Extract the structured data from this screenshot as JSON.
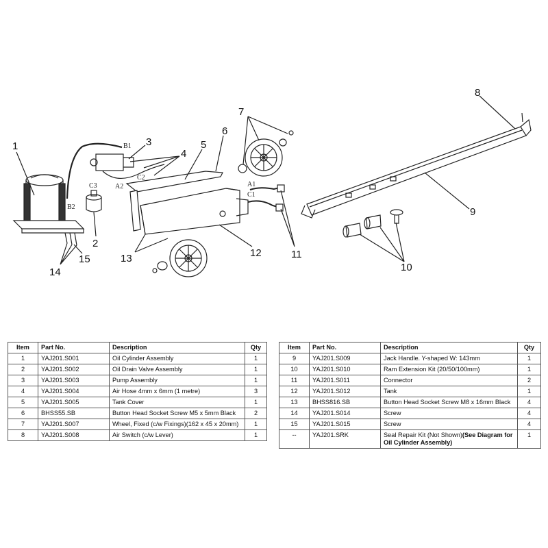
{
  "diagram": {
    "callouts": [
      "1",
      "2",
      "3",
      "4",
      "5",
      "6",
      "7",
      "8",
      "9",
      "10",
      "11",
      "12",
      "13",
      "14",
      "15"
    ],
    "connector_labels": [
      "B1",
      "B2",
      "A2",
      "C2",
      "C3",
      "A1",
      "C1"
    ]
  },
  "table_headers": {
    "item": "Item",
    "part_no": "Part No.",
    "description": "Description",
    "qty": "Qty"
  },
  "parts_left": [
    {
      "item": "1",
      "part_no": "YAJ201.S001",
      "description": "Oil Cylinder Assembly",
      "qty": "1"
    },
    {
      "item": "2",
      "part_no": "YAJ201.S002",
      "description": "Oil Drain Valve Assembly",
      "qty": "1"
    },
    {
      "item": "3",
      "part_no": "YAJ201.S003",
      "description": "Pump Assembly",
      "qty": "1"
    },
    {
      "item": "4",
      "part_no": "YAJ201.S004",
      "description": "Air Hose 4mm x 6mm (1 metre)",
      "qty": "3"
    },
    {
      "item": "5",
      "part_no": "YAJ201.S005",
      "description": "Tank Cover",
      "qty": "1"
    },
    {
      "item": "6",
      "part_no": "BHSS55.SB",
      "description": "Button Head Socket Screw M5 x 5mm Black",
      "qty": "2"
    },
    {
      "item": "7",
      "part_no": "YAJ201.S007",
      "description": "Wheel, Fixed (c/w Fixings)(162 x 45 x 20mm)",
      "qty": "1"
    },
    {
      "item": "8",
      "part_no": "YAJ201.S008",
      "description": "Air Switch (c/w Lever)",
      "qty": "1"
    }
  ],
  "parts_right": [
    {
      "item": "9",
      "part_no": "YAJ201.S009",
      "description": "Jack Handle. Y-shaped W: 143mm",
      "qty": "1"
    },
    {
      "item": "10",
      "part_no": "YAJ201.S010",
      "description": "Ram Extension Kit (20/50/100mm)",
      "qty": "1"
    },
    {
      "item": "11",
      "part_no": "YAJ201.S011",
      "description": "Connector",
      "qty": "2"
    },
    {
      "item": "12",
      "part_no": "YAJ201.S012",
      "description": "Tank",
      "qty": "1"
    },
    {
      "item": "13",
      "part_no": "BHSS816.SB",
      "description": "Button Head Socket Screw M8 x 16mm Black",
      "qty": "4"
    },
    {
      "item": "14",
      "part_no": "YAJ201.S014",
      "description": "Screw",
      "qty": "4"
    },
    {
      "item": "15",
      "part_no": "YAJ201.S015",
      "description": "Screw",
      "qty": "4"
    },
    {
      "item": "--",
      "part_no": "YAJ201.SRK",
      "description": "Seal Repair Kit (Not Shown)",
      "description_bold": "(See Diagram for Oil Cylinder Assembly)",
      "qty": "1"
    }
  ]
}
